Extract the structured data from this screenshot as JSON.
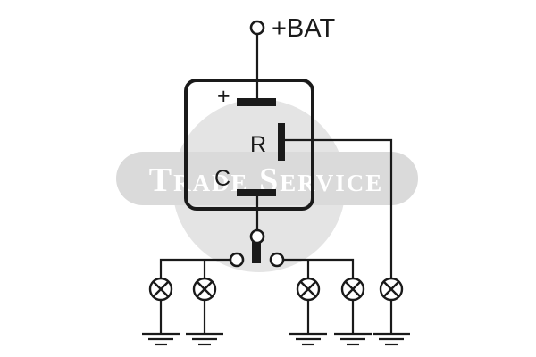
{
  "labels": {
    "battery": "+BAT",
    "plus": "+",
    "r": "R",
    "c": "C"
  },
  "watermark": "Trade Service",
  "colors": {
    "line": "#1a1a1a",
    "watermark_disc": "#e4e4e4",
    "watermark_band": "#dadada",
    "watermark_text": "#ffffff"
  },
  "icons": [
    "lamp-icon",
    "ground-icon",
    "terminal-icon",
    "switch-icon"
  ]
}
